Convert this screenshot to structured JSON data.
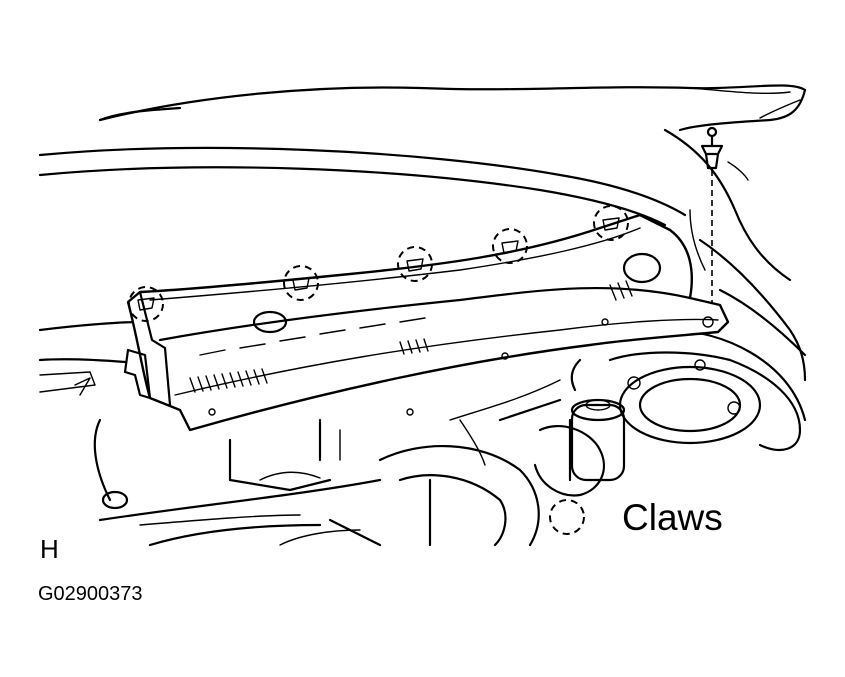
{
  "legend": {
    "symbol_icon": "dashed-circle-icon",
    "label": "Claws"
  },
  "view_letter": "H",
  "figure_code": "G02900373"
}
